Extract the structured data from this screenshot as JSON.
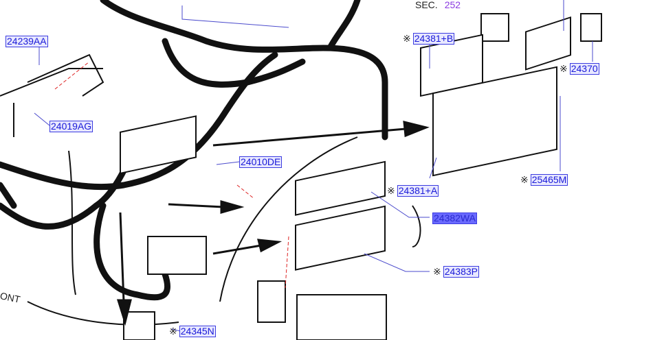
{
  "section": {
    "prefix": "SEC.",
    "number": "252"
  },
  "front_label": "ONT",
  "asterisk_symbol": "※",
  "callouts": [
    {
      "id": "24239AA",
      "code": "24239AA",
      "marked": false,
      "selected": false
    },
    {
      "id": "24019AG",
      "code": "24019AG",
      "marked": false,
      "selected": false
    },
    {
      "id": "24010DE",
      "code": "24010DE",
      "marked": false,
      "selected": false
    },
    {
      "id": "24381B",
      "code": "24381+B",
      "marked": true,
      "selected": false
    },
    {
      "id": "24370",
      "code": "24370",
      "marked": true,
      "selected": false
    },
    {
      "id": "25465M",
      "code": "25465M",
      "marked": true,
      "selected": false
    },
    {
      "id": "24381A",
      "code": "24381+A",
      "marked": true,
      "selected": false
    },
    {
      "id": "24382WA",
      "code": "24382WA",
      "marked": false,
      "selected": true
    },
    {
      "id": "24383P",
      "code": "24383P",
      "marked": true,
      "selected": false
    },
    {
      "id": "24345N",
      "code": "24345N",
      "marked": true,
      "selected": false
    }
  ],
  "colors": {
    "link": "#1a1ad8",
    "selected": "#6a6aff",
    "section": "#8a3ae0"
  }
}
